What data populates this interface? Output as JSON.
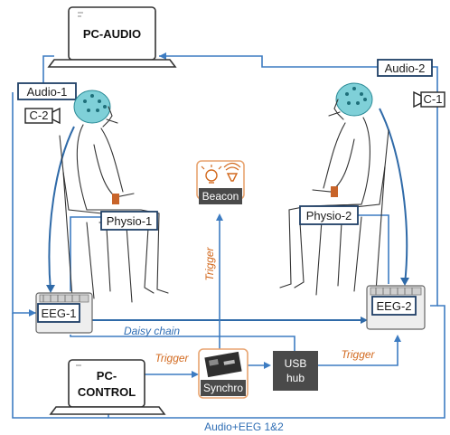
{
  "pc_audio_label": "PC-AUDIO",
  "pc_control_label_line1": "PC-",
  "pc_control_label_line2": "CONTROL",
  "audio1_label": "Audio-1",
  "audio2_label": "Audio-2",
  "camera_left_label": "C-2",
  "camera_right_label": "C-1",
  "physio1_label": "Physio-1",
  "physio2_label": "Physio-2",
  "beacon_label": "Beacon",
  "eeg1_label": "EEG-1",
  "eeg2_label": "EEG-2",
  "synchro_label": "Synchro",
  "usb_hub_line1": "USB",
  "usb_hub_line2": "hub",
  "trigger_vertical": "Trigger",
  "trigger_left": "Trigger",
  "trigger_right": "Trigger",
  "daisy_chain_label": "Daisy chain",
  "audio_eeg_label": "Audio+EEG 1&2",
  "colors": {
    "wire": "#3d7cc2",
    "orange_text": "#d2691e",
    "dark_box": "#4a4a4a",
    "box_border": "#1f3f66",
    "cap": "#7fd0d8",
    "physio_band": "#c8642a"
  }
}
